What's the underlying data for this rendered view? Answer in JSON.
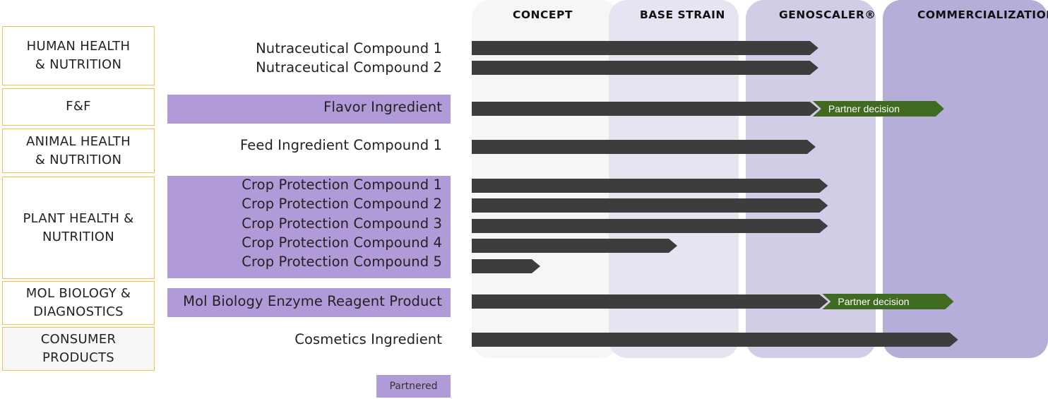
{
  "phases": [
    "CONCEPT",
    "BASE STRAIN",
    "GENOSCALER®",
    "COMMERCIALIZATION"
  ],
  "phase_colors": [
    "#f6f6f6",
    "#e7e4f1",
    "#d2cde6",
    "#b4aed8"
  ],
  "categories": [
    "HUMAN HEALTH\n& NUTRITION",
    "F&F",
    "ANIMAL HEALTH\n& NUTRITION",
    "PLANT HEALTH &\nNUTRITION",
    "MOL BIOLOGY &\nDIAGNOSTICS",
    "CONSUMER\nPRODUCTS"
  ],
  "products": [
    {
      "name": "Nutraceutical Compound 1",
      "partnered": false,
      "progress_phase": 2.53
    },
    {
      "name": "Nutraceutical Compound 2",
      "partnered": false,
      "progress_phase": 2.53
    },
    {
      "name": "Flavor Ingredient",
      "partnered": true,
      "progress_phase": 2.53,
      "partner_note": "Partner decision"
    },
    {
      "name": "Feed Ingredient Compound 1",
      "partnered": false,
      "progress_phase": 2.51
    },
    {
      "name": "Crop Protection Compound 1",
      "partnered": true,
      "progress_phase": 2.6
    },
    {
      "name": "Crop Protection Compound 2",
      "partnered": true,
      "progress_phase": 2.6
    },
    {
      "name": "Crop Protection Compound 3",
      "partnered": true,
      "progress_phase": 2.6
    },
    {
      "name": "Crop Protection Compound 4",
      "partnered": true,
      "progress_phase": 1.5
    },
    {
      "name": "Crop Protection Compound 5",
      "partnered": true,
      "progress_phase": 0.5
    },
    {
      "name": "Mol Biology Enzyme Reagent Product",
      "partnered": true,
      "progress_phase": 2.6,
      "partner_note": "Partner decision"
    },
    {
      "name": "Cosmetics Ingredient",
      "partnered": false,
      "progress_phase": 3.55
    }
  ],
  "legend": {
    "partnered_label": "Partnered"
  }
}
